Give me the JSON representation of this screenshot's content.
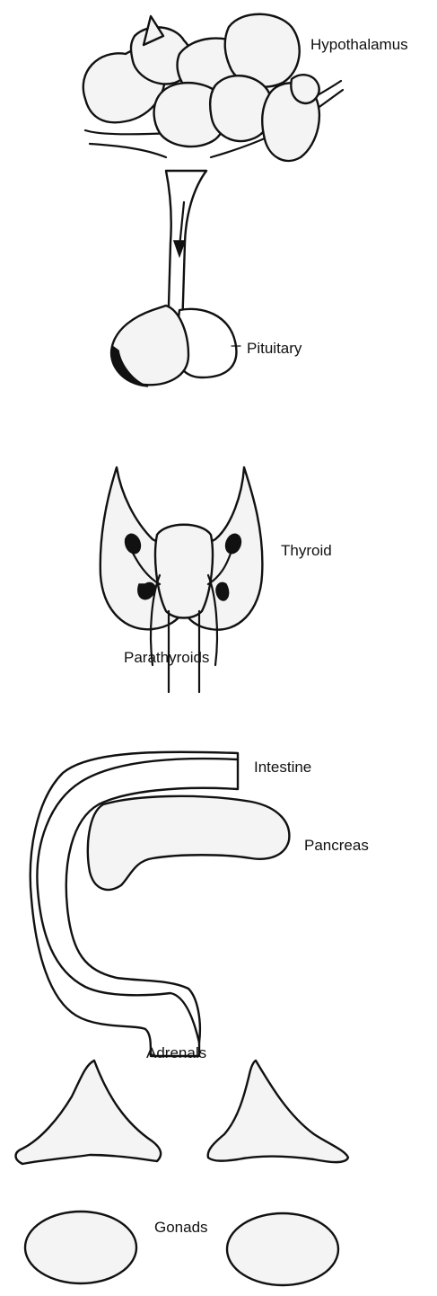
{
  "labels": {
    "hypothalamus": "Hypothalamus",
    "pituitary": "Pituitary",
    "thyroid": "Thyroid",
    "parathyroids": "Parathyroids",
    "intestine": "Intestine",
    "pancreas": "Pancreas",
    "adrenals": "Adrenals",
    "gonads": "Gonads"
  },
  "colors": {
    "ink": "#111111",
    "fill": "#f4f4f4",
    "background": "#ffffff"
  }
}
